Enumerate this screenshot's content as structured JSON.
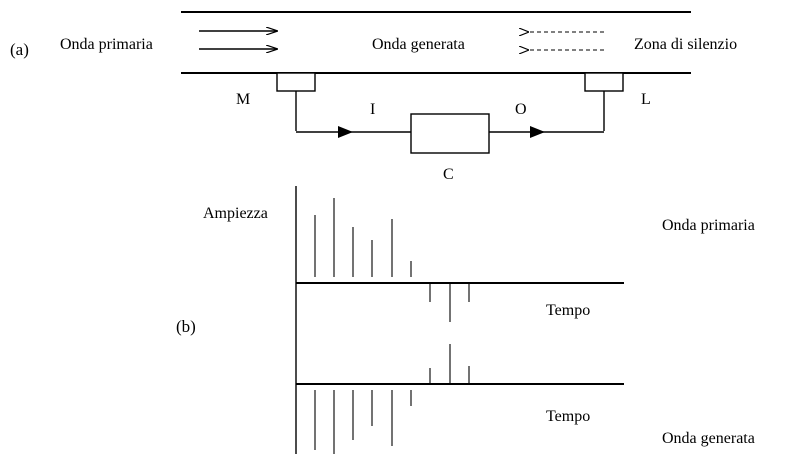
{
  "part_a": {
    "label": "(a)",
    "primary_wave": "Onda primaria",
    "generated_wave": "Onda generata",
    "silence_zone": "Zona di silenzio",
    "mic": "M",
    "speaker": "L",
    "input": "I",
    "output": "O",
    "controller": "C"
  },
  "part_b": {
    "label": "(b)",
    "amplitude": "Ampiezza",
    "time_top": "Tempo",
    "time_bottom": "Tempo",
    "primary_wave": "Onda primaria",
    "generated_wave": "Onda generata"
  }
}
